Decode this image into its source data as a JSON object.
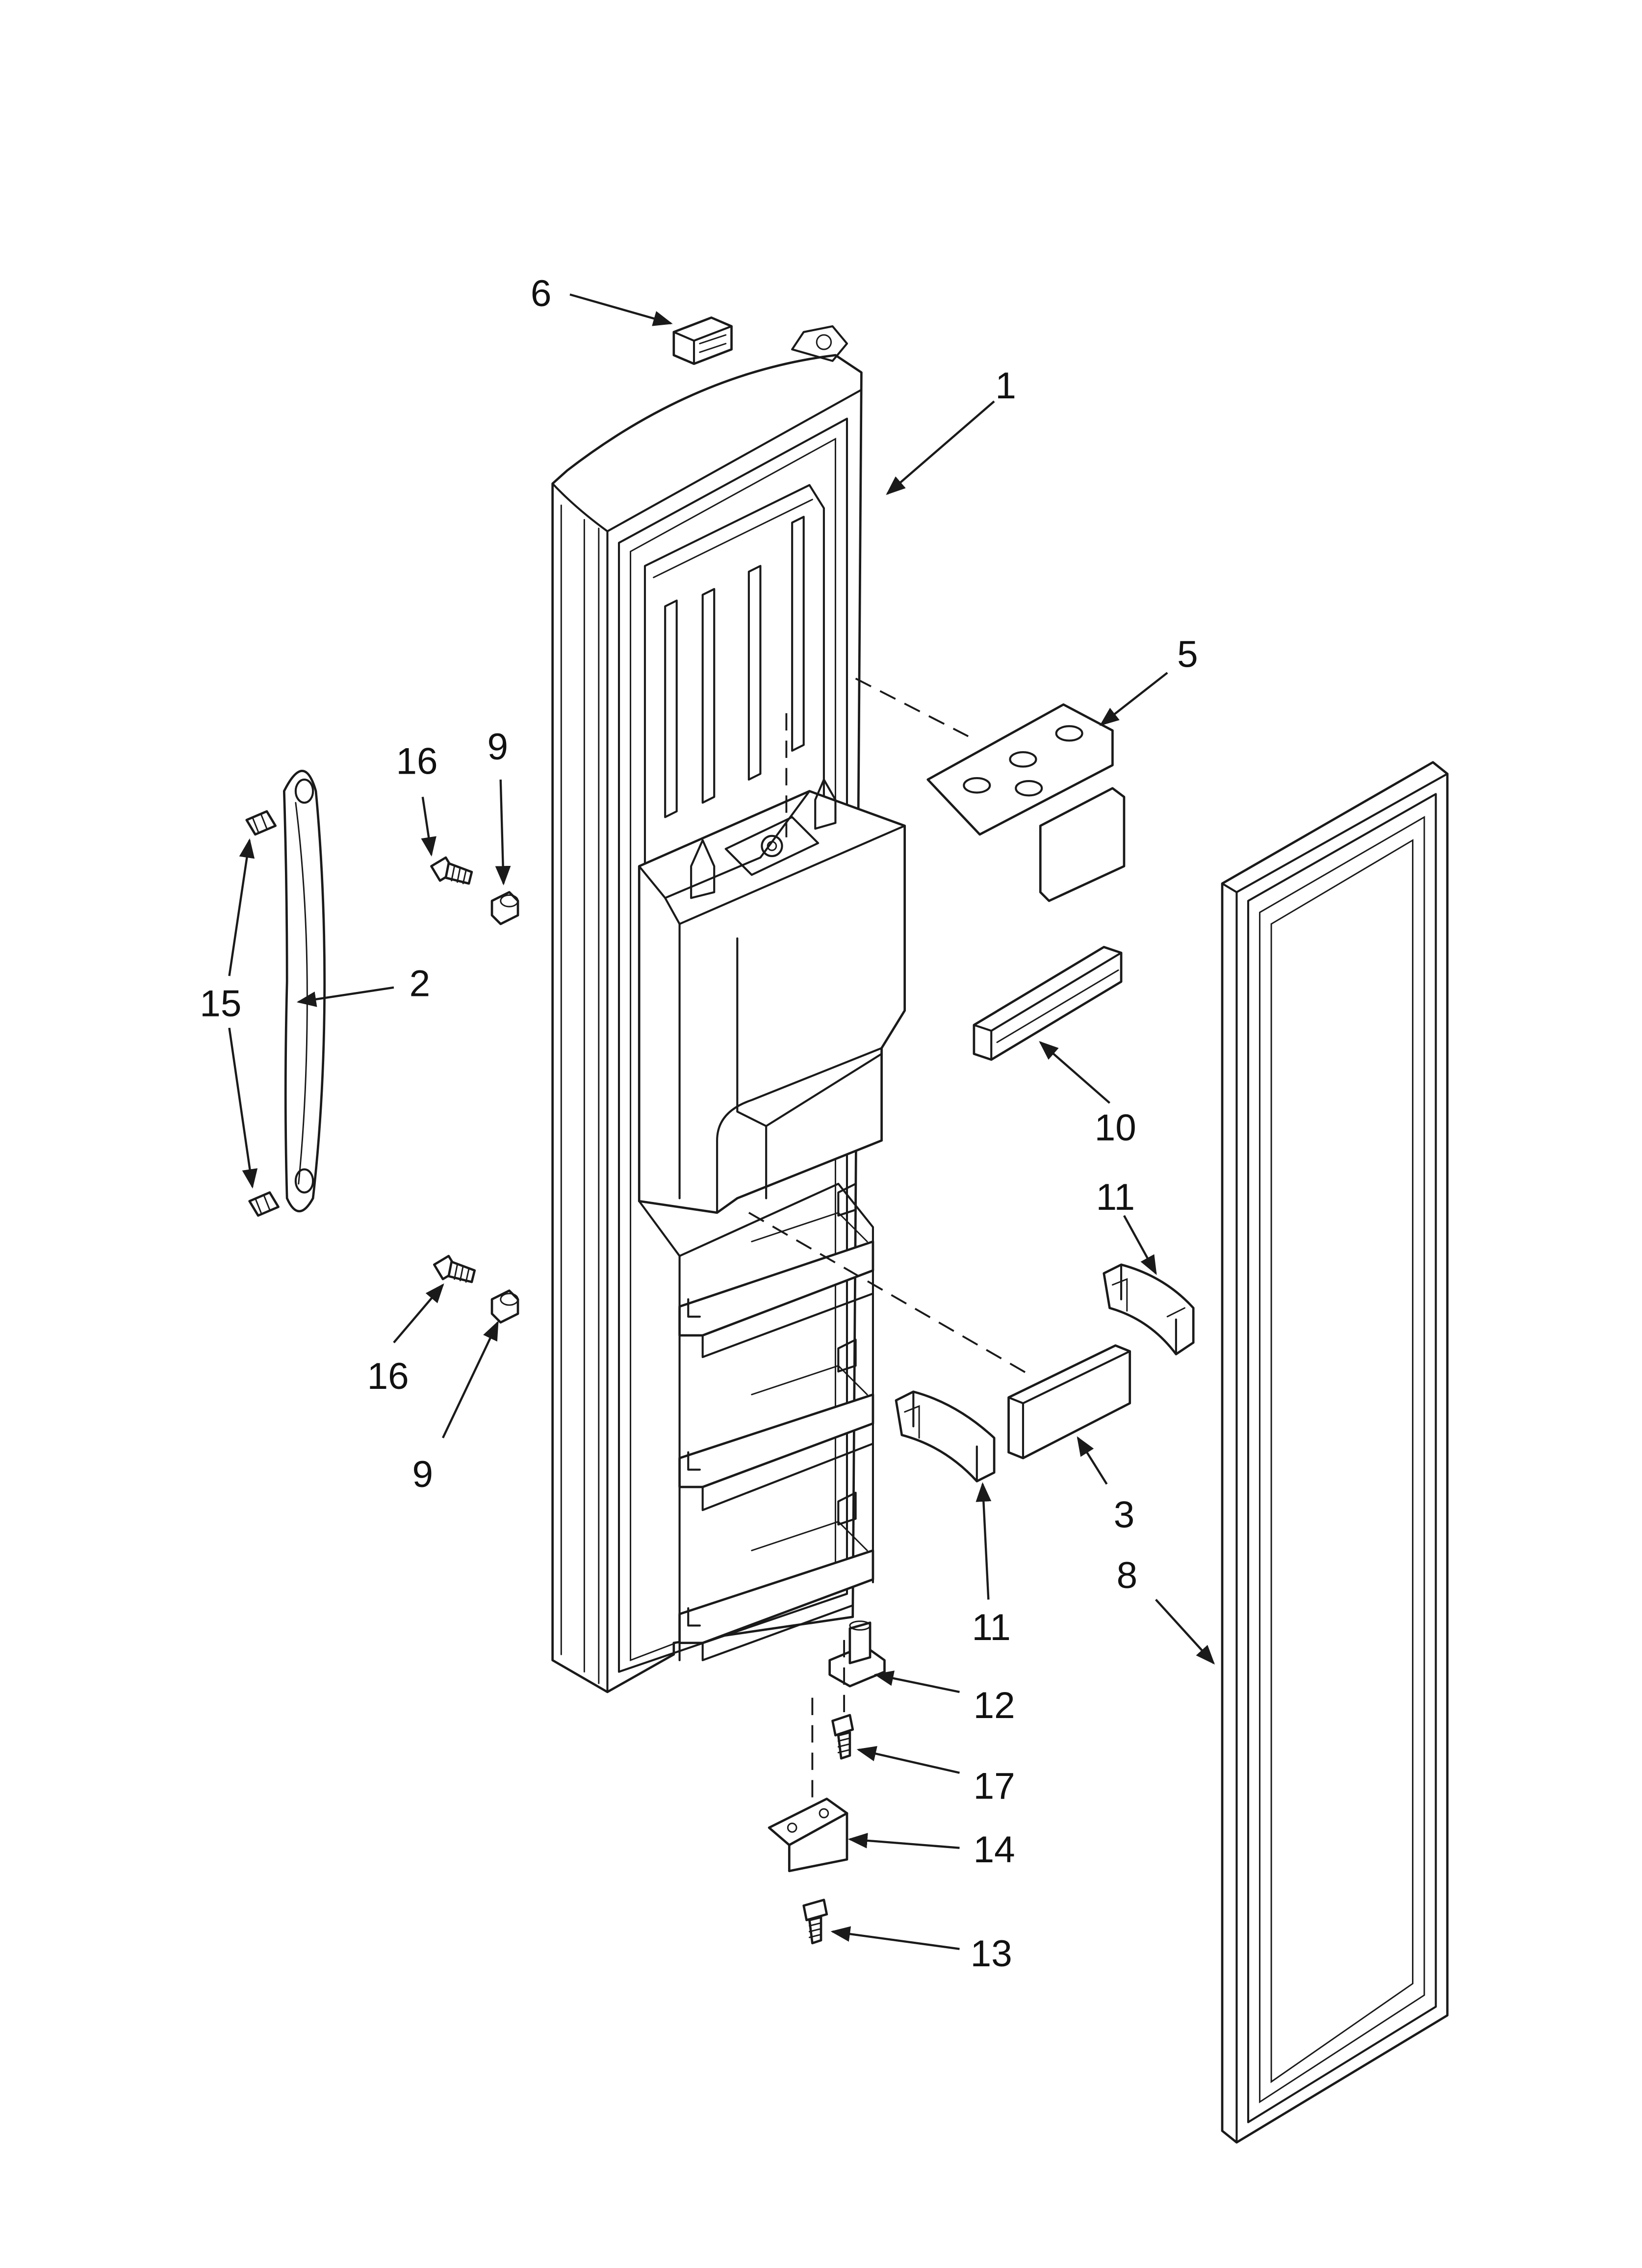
{
  "callouts": [
    {
      "id": "c1",
      "label": "1"
    },
    {
      "id": "c2",
      "label": "2"
    },
    {
      "id": "c3",
      "label": "3"
    },
    {
      "id": "c5",
      "label": "5"
    },
    {
      "id": "c6",
      "label": "6"
    },
    {
      "id": "c8",
      "label": "8"
    },
    {
      "id": "c9a",
      "label": "9"
    },
    {
      "id": "c9b",
      "label": "9"
    },
    {
      "id": "c10",
      "label": "10"
    },
    {
      "id": "c11a",
      "label": "11"
    },
    {
      "id": "c11b",
      "label": "11"
    },
    {
      "id": "c12",
      "label": "12"
    },
    {
      "id": "c13",
      "label": "13"
    },
    {
      "id": "c14",
      "label": "14"
    },
    {
      "id": "c15",
      "label": "15"
    },
    {
      "id": "c16a",
      "label": "16"
    },
    {
      "id": "c16b",
      "label": "16"
    },
    {
      "id": "c17",
      "label": "17"
    }
  ],
  "colors": {
    "ink": "#1a1a1a",
    "background": "#ffffff"
  }
}
